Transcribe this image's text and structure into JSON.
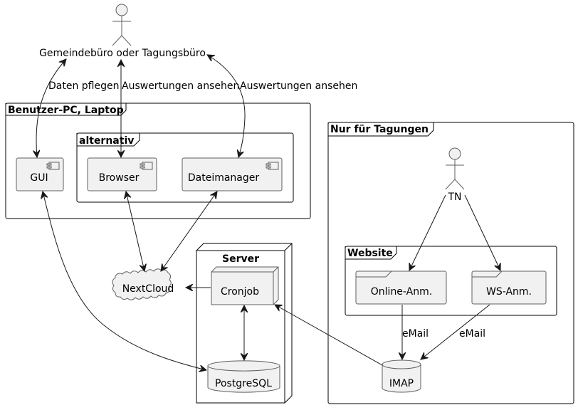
{
  "actors": {
    "office": {
      "label": "Gemeindebüro oder Tagungsbüro"
    },
    "tn": {
      "label": "TN"
    }
  },
  "frames": {
    "pc": {
      "title": "Benutzer-PC, Laptop"
    },
    "alternativ": {
      "title": "alternativ"
    },
    "tagungen": {
      "title": "Nur für Tagungen"
    },
    "website": {
      "title": "Website"
    }
  },
  "nodes": {
    "server": {
      "title": "Server"
    }
  },
  "components": {
    "gui": {
      "label": "GUI"
    },
    "browser": {
      "label": "Browser"
    },
    "dateimanager": {
      "label": "Dateimanager"
    },
    "nextcloud": {
      "label": "NextCloud"
    },
    "cronjob": {
      "label": "Cronjob"
    },
    "postgresql": {
      "label": "PostgreSQL"
    },
    "online_anm": {
      "label": "Online-Anm."
    },
    "ws_anm": {
      "label": "WS-Anm."
    },
    "imap": {
      "label": "IMAP"
    }
  },
  "edges": {
    "daten_pflegen": "Daten pflegen",
    "auswertungen_browser": "Auswertungen ansehen",
    "auswertungen_dateimanager": "Auswertungen ansehen",
    "email_online": "eMail",
    "email_ws": "eMail"
  }
}
